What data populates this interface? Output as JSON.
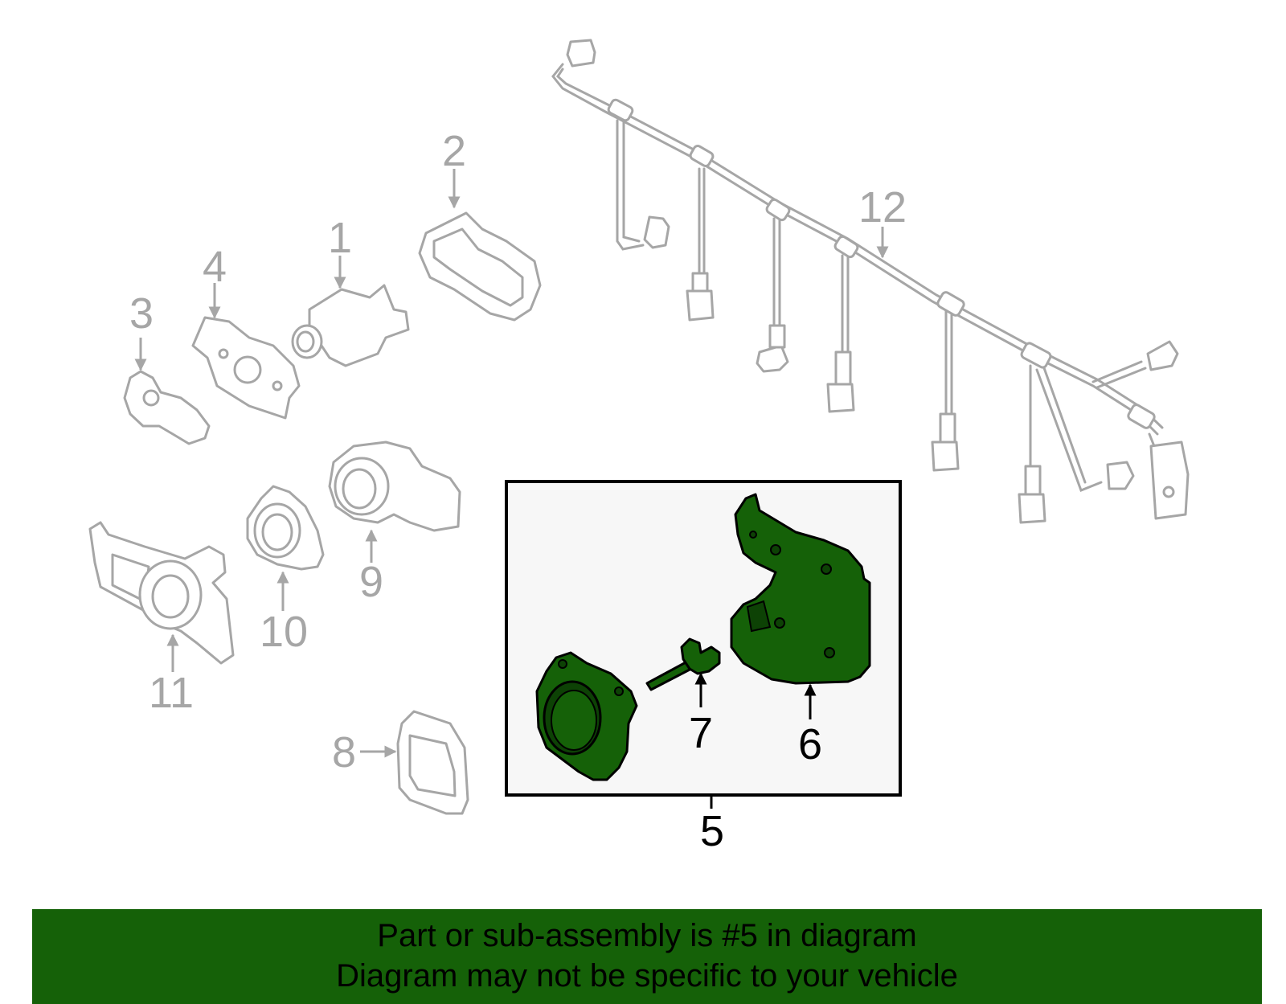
{
  "callouts": {
    "c1": "1",
    "c2": "2",
    "c3": "3",
    "c4": "4",
    "c5": "5",
    "c6": "6",
    "c7": "7",
    "c8": "8",
    "c9": "9",
    "c10": "10",
    "c11": "11",
    "c12": "12"
  },
  "banner": {
    "line1": "Part or sub-assembly is #5 in diagram",
    "line2": "Diagram may not be specific to your vehicle"
  },
  "colors": {
    "highlight": "#156108",
    "parts_outline": "#a6a6a6",
    "inset_background": "#f7f7f7"
  }
}
